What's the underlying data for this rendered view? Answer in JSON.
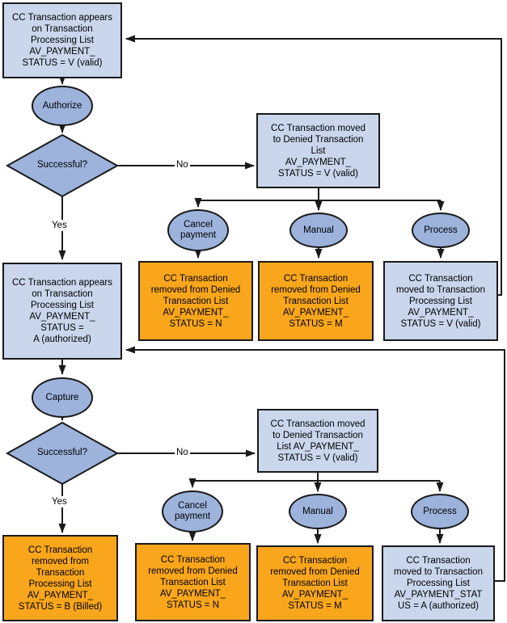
{
  "title": "Credit card transaction processing flowchart",
  "colors": {
    "process_box_fill": "#c9d6ec",
    "action_shape_fill": "#9db3dc",
    "removed_box_fill": "#f9a61c",
    "line_color": "#1a1a1a",
    "background": "#ffffff"
  },
  "auth_stage": {
    "valid_box": "CC Transaction appears\non Transaction\nProcessing List\nAV_PAYMENT_\nSTATUS = V (valid)",
    "authorize": "Authorize",
    "decision": "Successful?",
    "no_label": "No",
    "yes_label": "Yes",
    "denied_box": "CC Transaction moved\nto Denied Transaction\nList\nAV_PAYMENT_\nSTATUS = V (valid)",
    "cancel": "Cancel\npayment",
    "manual": "Manual",
    "process": "Process",
    "removed_n_box": "CC Transaction\nremoved from Denied\nTransaction List\nAV_PAYMENT_\nSTATUS = N",
    "removed_m_box": "CC Transaction\nremoved from Denied\nTransaction List\nAV_PAYMENT_\nSTATUS = M",
    "moved_v_box": "CC Transaction\nmoved to Transaction\nProcessing List\nAV_PAYMENT_\nSTATUS = V (valid)",
    "authorized_box": "CC Transaction appears\non Transaction\nProcessing List\nAV_PAYMENT_\nSTATUS =\nA (authorized)"
  },
  "capture_stage": {
    "capture": "Capture",
    "decision": "Successful?",
    "no_label": "No",
    "yes_label": "Yes",
    "denied_box": "CC Transaction moved\nto Denied Transaction\nList AV_PAYMENT_\nSTATUS = V (valid)",
    "cancel": "Cancel\npayment",
    "manual": "Manual",
    "process": "Process",
    "billed_box": "CC Transaction\nremoved from\nTransaction\nProcessing List\nAV_PAYMENT_\nSTATUS = B (Billed)",
    "removed_n_box": "CC Transaction\nremoved from Denied\nTransaction List\nAV_PAYMENT_\nSTATUS = N",
    "removed_m_box": "CC Transaction\nremoved from Denied\nTransaction List\nAV_PAYMENT_\nSTATUS = M",
    "moved_a_box": "CC Transaction\nmoved to Transaction\nProcessing List\nAV_PAYMENT_STAT\nUS = A (authorized)"
  }
}
